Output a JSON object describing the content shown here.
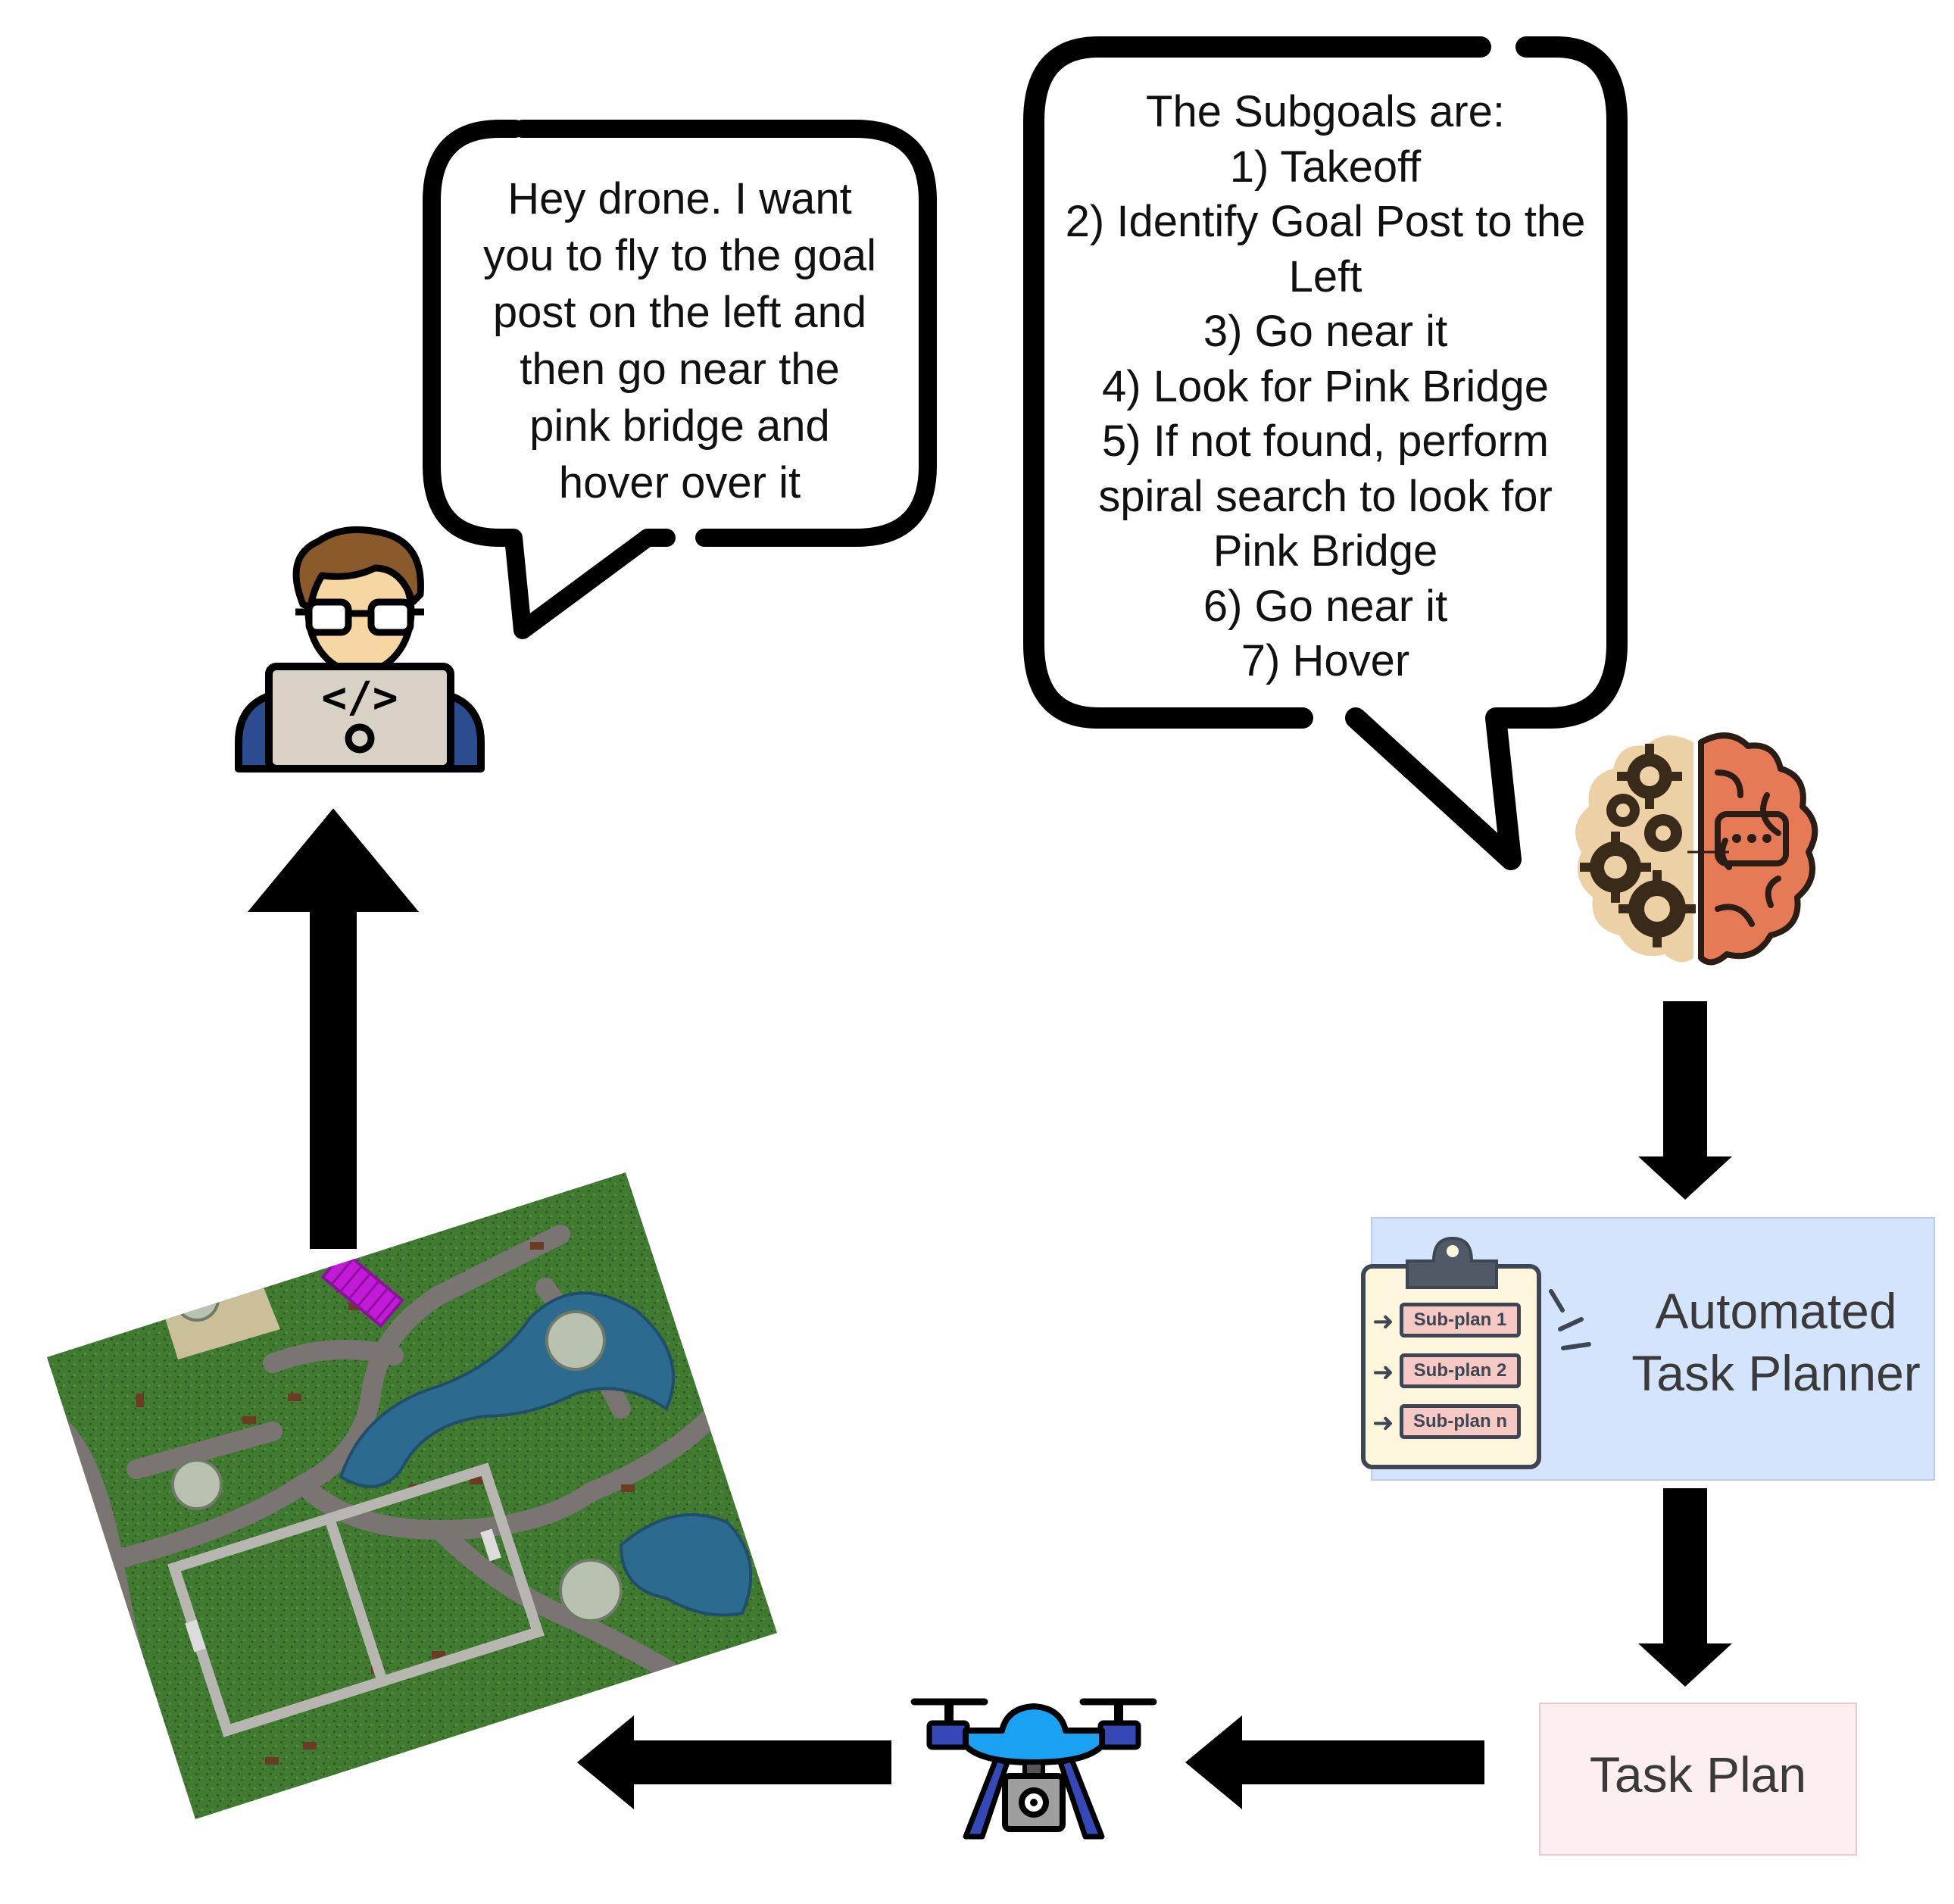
{
  "user_speech": {
    "lines": [
      "Hey drone. I want",
      "you to fly to the goal",
      "post on the left and",
      "then go near the",
      "pink bridge and",
      "hover over it"
    ]
  },
  "subgoals": {
    "title": "The Subgoals are:",
    "items": [
      "1) Takeoff",
      "2) Identify Goal Post to the",
      "Left",
      "3) Go near it",
      "4) Look for Pink Bridge",
      "5) If not found, perform",
      "spiral search to look for",
      "Pink Bridge",
      "6) Go near it",
      "7) Hover"
    ]
  },
  "planner": {
    "label_line1": "Automated",
    "label_line2": "Task Planner",
    "subplans": [
      "Sub-plan 1",
      "Sub-plan 2",
      "Sub-plan n"
    ]
  },
  "task_plan": {
    "label": "Task Plan"
  },
  "icons": {
    "user": "programmer-laptop-icon",
    "brain": "brain-gears-icon",
    "clipboard": "clipboard-icon",
    "drone": "drone-camera-icon",
    "map": "aerial-park-map"
  },
  "colors": {
    "planner_bg": "#d4e4fc",
    "task_plan_bg": "#fdeef0",
    "pink_bridge": "#c21bd8",
    "drone_blue": "#1aa1f2"
  }
}
